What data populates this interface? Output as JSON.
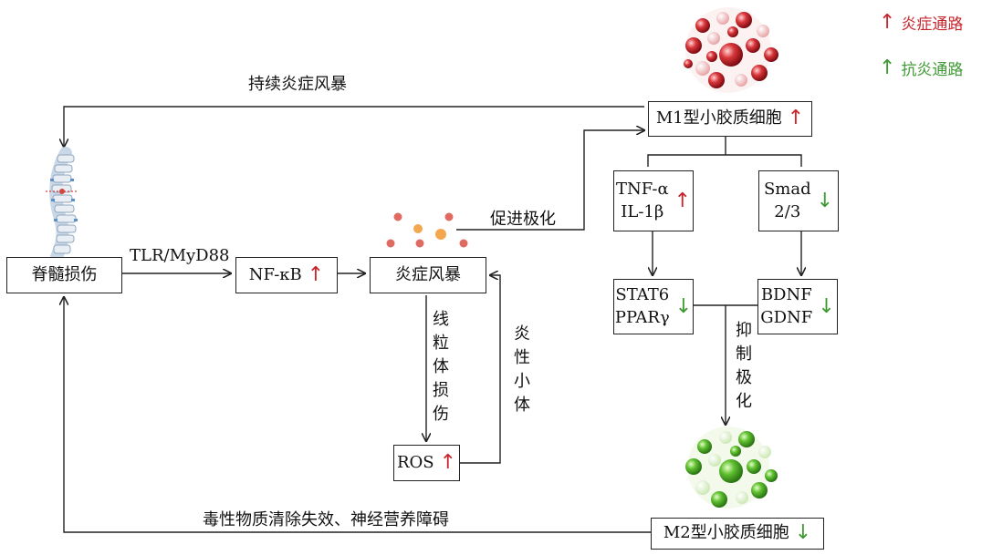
{
  "legend": {
    "inflammatory": "炎症通路",
    "anti_inflammatory": "抗炎通路",
    "up_arrow": "↑",
    "inflammatory_color": "#c8262d",
    "anti_color": "#3f9a34"
  },
  "nodes": {
    "sci": "脊髓损伤",
    "nfkb": "NF-κB",
    "storm": "炎症风暴",
    "ros": "ROS",
    "m1": "M1型小胶质细胞",
    "m2": "M2型小胶质细胞",
    "tnf_line1": "TNF-α",
    "tnf_line2": "IL-1β",
    "smad_line1": "Smad",
    "smad_line2": "2/3",
    "stat_line1": "STAT6",
    "stat_line2": "PPARγ",
    "bdnf_line1": "BDNF",
    "bdnf_line2": "GDNF"
  },
  "arrows": {
    "up": "↑",
    "down": "↓"
  },
  "edge_labels": {
    "sustained_storm": "持续炎症风暴",
    "tlr": "TLR/MyD88",
    "promote_polarization": "促进极化",
    "mito_damage": "线粒体损伤",
    "inflammasome": "炎性小体",
    "inhibit_polarization": "抑制极化",
    "toxic_clearance": "毒性物质清除失效、神经营养障碍"
  },
  "icons": [
    "spine-icon",
    "m1-microglia-sphere-icon",
    "m2-microglia-sphere-icon",
    "cytokine-dots-icon"
  ]
}
